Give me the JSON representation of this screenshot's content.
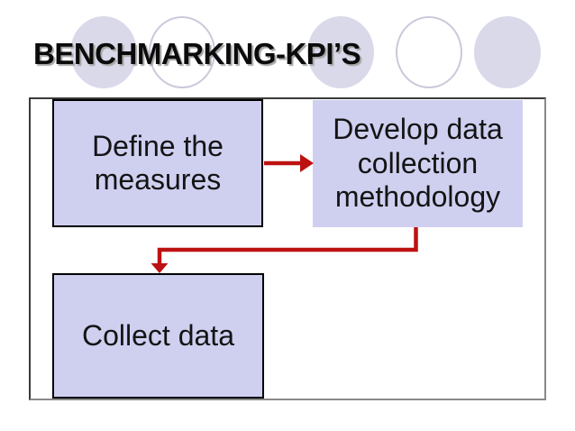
{
  "slide": {
    "title": "BENCHMARKING-KPI’S"
  },
  "diagram": {
    "boxes": [
      {
        "id": "define-the-measures",
        "label": "Define the measures"
      },
      {
        "id": "develop-data-collection-methodology",
        "label": "Develop data collection methodology"
      },
      {
        "id": "collect-data",
        "label": "Collect data"
      }
    ],
    "connectors": [
      {
        "from": "define-the-measures",
        "to": "develop-data-collection-methodology",
        "style": "straight-arrow"
      },
      {
        "from": "develop-data-collection-methodology",
        "to": "collect-data",
        "style": "elbow-arrow"
      }
    ]
  },
  "decor": {
    "circles": [
      {
        "style": "filled"
      },
      {
        "style": "outlined"
      },
      {
        "style": "filled"
      },
      {
        "style": "outlined"
      },
      {
        "style": "filled"
      }
    ]
  },
  "colors": {
    "background": "#ffffff",
    "title_color": "#0b0b0b",
    "box_fill": "#cfcff0",
    "box_border": "#000000",
    "arrow_red": "#bd1212",
    "circle_fill": "#d9d9ea",
    "circle_stroke": "#c9c9dc",
    "frame_border_dark": "#3b3b3b",
    "frame_border_light": "#898989"
  }
}
